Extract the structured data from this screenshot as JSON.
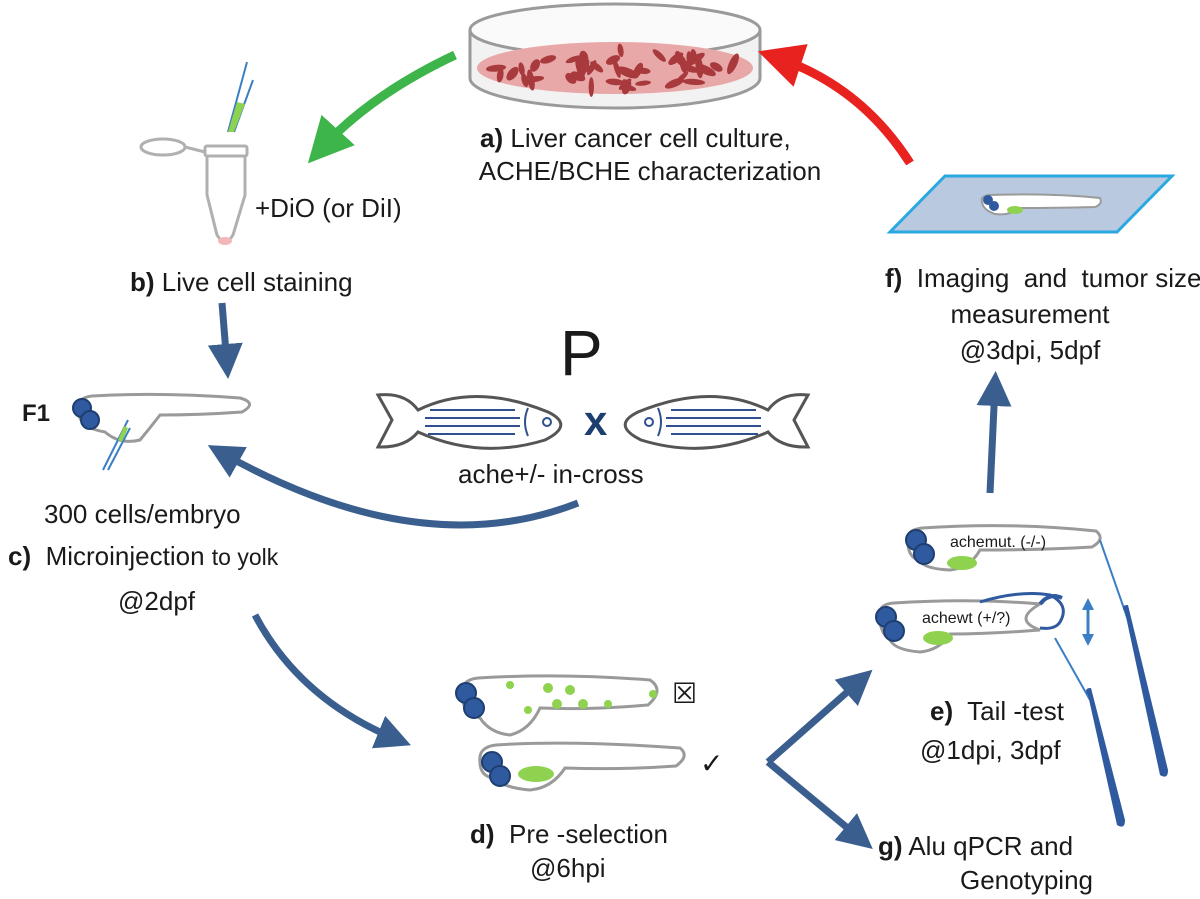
{
  "steps": {
    "a": {
      "letter": "a)",
      "line1": "Liver cancer cell culture,",
      "line2": "ACHE/BCHE characterization"
    },
    "b": {
      "letter": "b)",
      "text": "Live cell staining",
      "stain": "+DiO (or DiI)"
    },
    "c": {
      "gen": "F1",
      "cells": "300 cells/embryo",
      "letter": "c)",
      "line1": "Microinjection",
      "line1b": "to yolk",
      "line2": "@2dpf"
    },
    "d": {
      "letter": "d)",
      "line1": "Pre -selection",
      "line2": "@6hpi",
      "reject_mark": "☒",
      "accept_mark": "✓"
    },
    "e": {
      "letter": "e)",
      "line1": "Tail -test",
      "line2": "@1dpi, 3dpf",
      "mut_label": "achemut. (-/-)",
      "wt_label": "achewt (+/?)"
    },
    "f": {
      "letter": "f)",
      "line1": "Imaging  and  tumor size",
      "line2": "measurement",
      "line3": "@3dpi, 5dpf"
    },
    "g": {
      "letter": "g)",
      "line1": "Alu qPCR and",
      "line2": "Genotyping"
    }
  },
  "parents": {
    "gen": "P",
    "cross_mark": "x",
    "caption": "ache+/-  in-cross"
  },
  "colors": {
    "arrow_main": "#3a5f8f",
    "arrow_green": "#3db54a",
    "arrow_red": "#e8231f",
    "cell": "#a83a3e",
    "dish_bg": "#e9a8a8",
    "yolk_green": "#8ed24f",
    "eye_blue": "#2f5aa0",
    "slide_fill": "#b9c9e0",
    "slide_edge": "#2aa8e0",
    "outline": "#9a9a9a"
  }
}
